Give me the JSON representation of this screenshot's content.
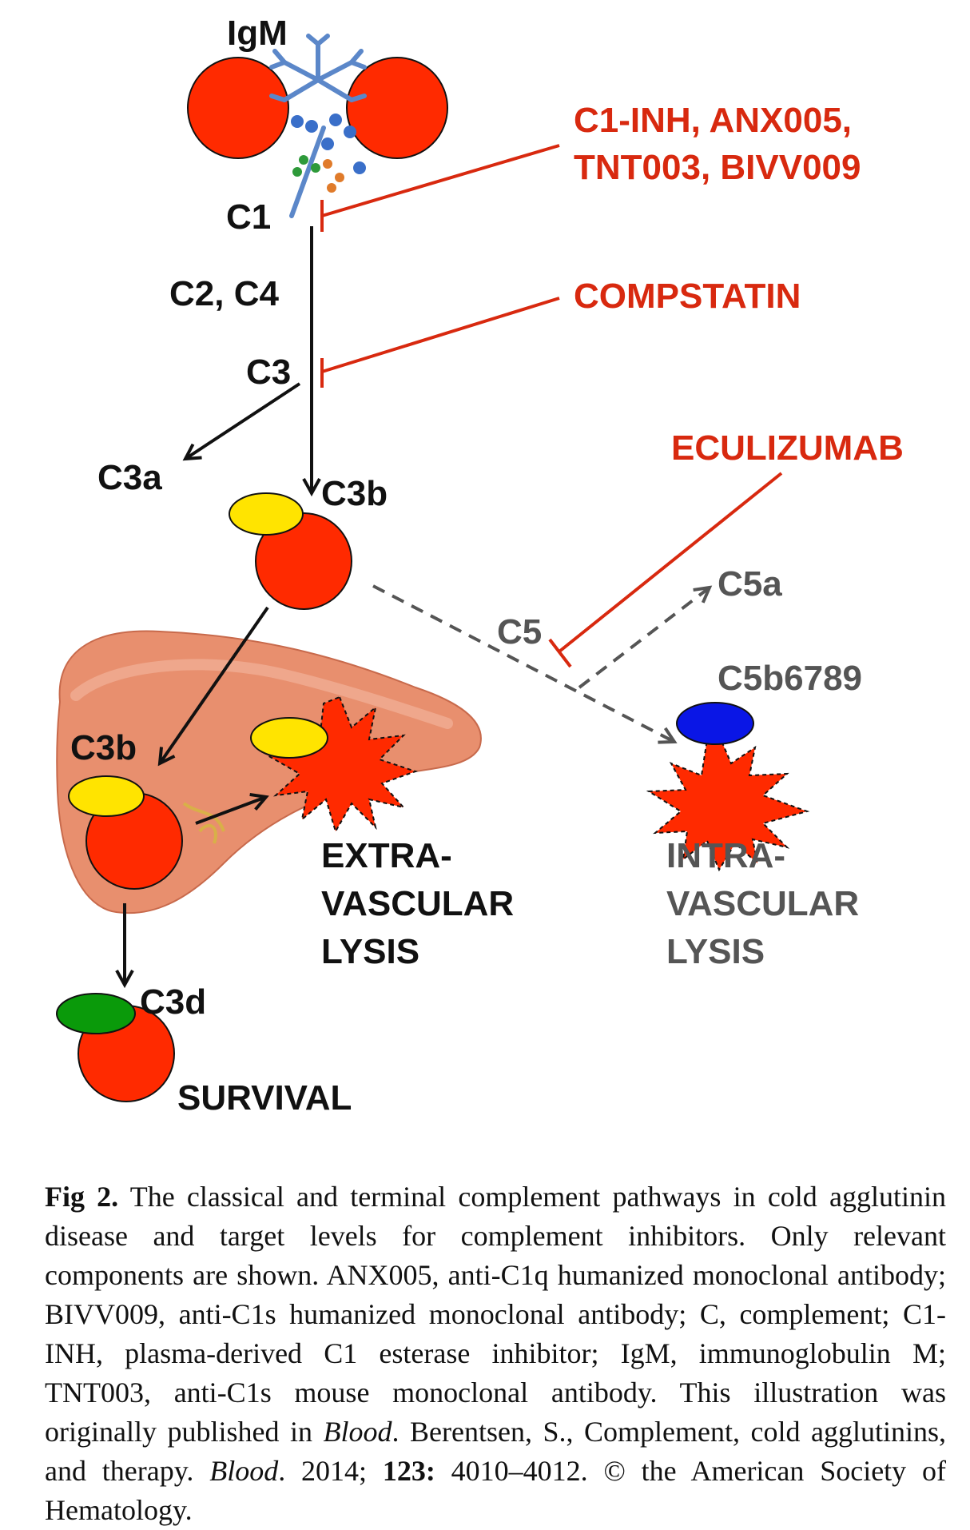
{
  "colors": {
    "red_cell": "#ff2a00",
    "inhibitor_red": "#d8290f",
    "black": "#111111",
    "gray": "#555555",
    "yellow_c3b": "#ffe400",
    "green_c3d": "#0a9a0a",
    "blue_mac": "#0a16e6",
    "antibody_blue": "#5b87c9",
    "liver": "#e88f6e"
  },
  "labels": {
    "igm": "IgM",
    "c1": "C1",
    "c2c4": "C2, C4",
    "c3": "C3",
    "c3a": "C3a",
    "c3b_top": "C3b",
    "c3b_liver": "C3b",
    "c5": "C5",
    "c5a": "C5a",
    "c5b6789": "C5b6789",
    "c3d": "C3d",
    "survival": "SURVIVAL"
  },
  "inhibitors": {
    "c1_line1": "C1-INH, ANX005,",
    "c1_line2": "TNT003, BIVV009",
    "compstatin": "COMPSTATIN",
    "eculizumab": "ECULIZUMAB"
  },
  "outcomes": {
    "extra": [
      "EXTRA-",
      "VASCULAR",
      "LYSIS"
    ],
    "intra": [
      "INTRA-",
      "VASCULAR",
      "LYSIS"
    ]
  },
  "caption": {
    "fig": "Fig 2.",
    "text1": " The classical and terminal complement pathways in cold agglutinin disease and target levels for complement inhibitors. Only relevant components are shown. ANX005, anti-C1q humanized monoclonal antibody; BIVV009, anti-C1s humanized monoclonal antibody; C, complement; C1-INH, plasma-derived C1 esterase inhibitor; IgM, immunoglobulin M; TNT003, anti-C1s mouse monoclonal antibody. This illustration was originally published in ",
    "journal1": "Blood",
    "text2": ". Berentsen, S., Complement, cold agglutinins, and therapy. ",
    "journal2": "Blood",
    "text3": ". 2014; ",
    "volume": "123:",
    "text4": " 4010–4012. © the American Society of Hematology."
  }
}
